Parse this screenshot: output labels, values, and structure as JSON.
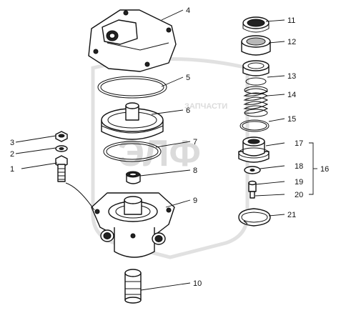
{
  "watermark": {
    "brand": "ЗАПЧАСТИ",
    "logo": "ЭЛФ"
  },
  "callouts": [
    {
      "id": "1",
      "label": "1"
    },
    {
      "id": "2",
      "label": "2"
    },
    {
      "id": "3",
      "label": "3"
    },
    {
      "id": "4",
      "label": "4"
    },
    {
      "id": "5",
      "label": "5"
    },
    {
      "id": "6",
      "label": "6"
    },
    {
      "id": "7",
      "label": "7"
    },
    {
      "id": "8",
      "label": "8"
    },
    {
      "id": "9",
      "label": "9"
    },
    {
      "id": "10",
      "label": "10"
    },
    {
      "id": "11",
      "label": "11"
    },
    {
      "id": "12",
      "label": "12"
    },
    {
      "id": "13",
      "label": "13"
    },
    {
      "id": "14",
      "label": "14"
    },
    {
      "id": "15",
      "label": "15"
    },
    {
      "id": "16",
      "label": "16"
    },
    {
      "id": "17",
      "label": "17"
    },
    {
      "id": "18",
      "label": "18"
    },
    {
      "id": "19",
      "label": "19"
    },
    {
      "id": "20",
      "label": "20"
    },
    {
      "id": "21",
      "label": "21"
    }
  ]
}
